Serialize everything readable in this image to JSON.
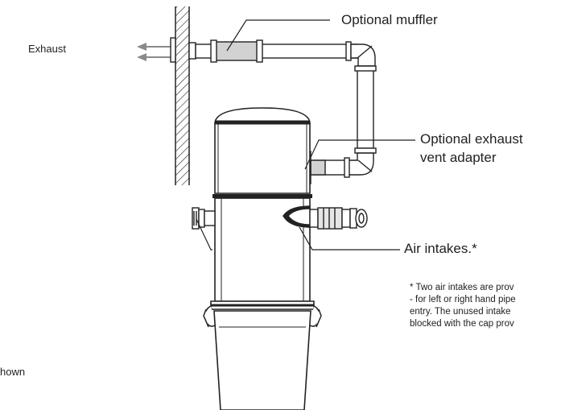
{
  "labels": {
    "exhaust": "Exhaust",
    "muffler": "Optional muffler",
    "vent_adapter_line1": "Optional exhaust",
    "vent_adapter_line2": "vent adapter",
    "air_intakes": "Air intakes.*",
    "shown": "hown"
  },
  "footnote": {
    "line1": "* Two air intakes are prov",
    "line2": "- for left or right hand pipe",
    "line3": "entry. The unused intake",
    "line4": "blocked with the cap prov"
  },
  "colors": {
    "line": "#222222",
    "muffler_fill": "#d2d2d2",
    "arrow": "#8a8a8a"
  }
}
